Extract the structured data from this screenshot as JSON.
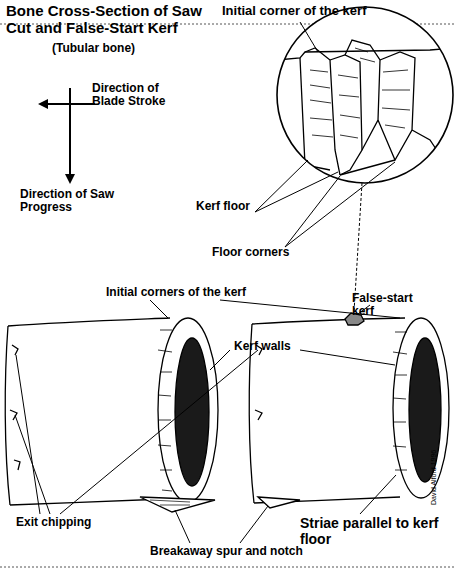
{
  "diagram": {
    "title": "Bone Cross-Section of Saw Cut and False-Start Kerf",
    "labels": [
      "(Tubular bone)",
      "Initial corner of the kerf",
      "Direction of Blade Stroke",
      "Direction of Saw Progress",
      "Kerf floor",
      "Floor corners",
      "Initial corners of the kerf",
      "False-start kerf",
      "Kerf walls",
      "Exit chipping",
      "Breakaway spur and notch",
      "Striae parallel to kerf floor",
      "David Alford 1996"
    ]
  }
}
